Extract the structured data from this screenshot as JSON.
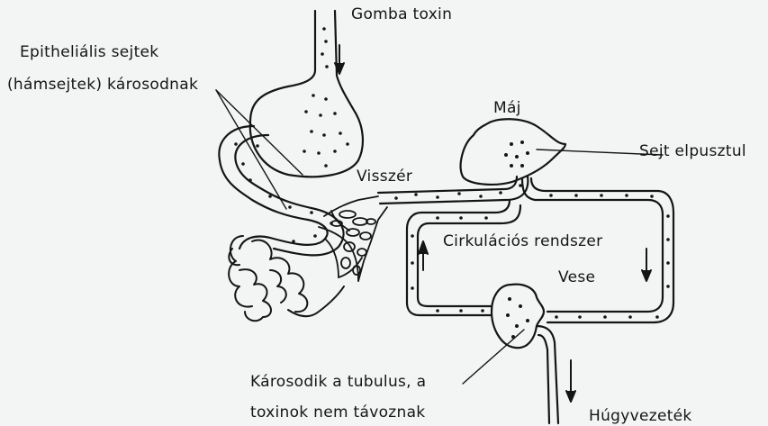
{
  "diagram": {
    "labels": {
      "fungal_toxin": "Gomba toxin",
      "epithelial_line1": "Epitheliális sejtek",
      "epithelial_line2": "(hámsejtek) károsodnak",
      "liver": "Máj",
      "cell_dies": "Sejt elpusztul",
      "vein": "Visszér",
      "circulation": "Cirkulációs  rendszer",
      "kidney": "Vese",
      "tubulus_line1": "Károsodik a tubulus, a",
      "tubulus_line2": "toxinok nem távoznak",
      "ureter": "Húgyvezeték"
    },
    "colors": {
      "background": "#f3f4f4",
      "ink": "#151515"
    }
  }
}
